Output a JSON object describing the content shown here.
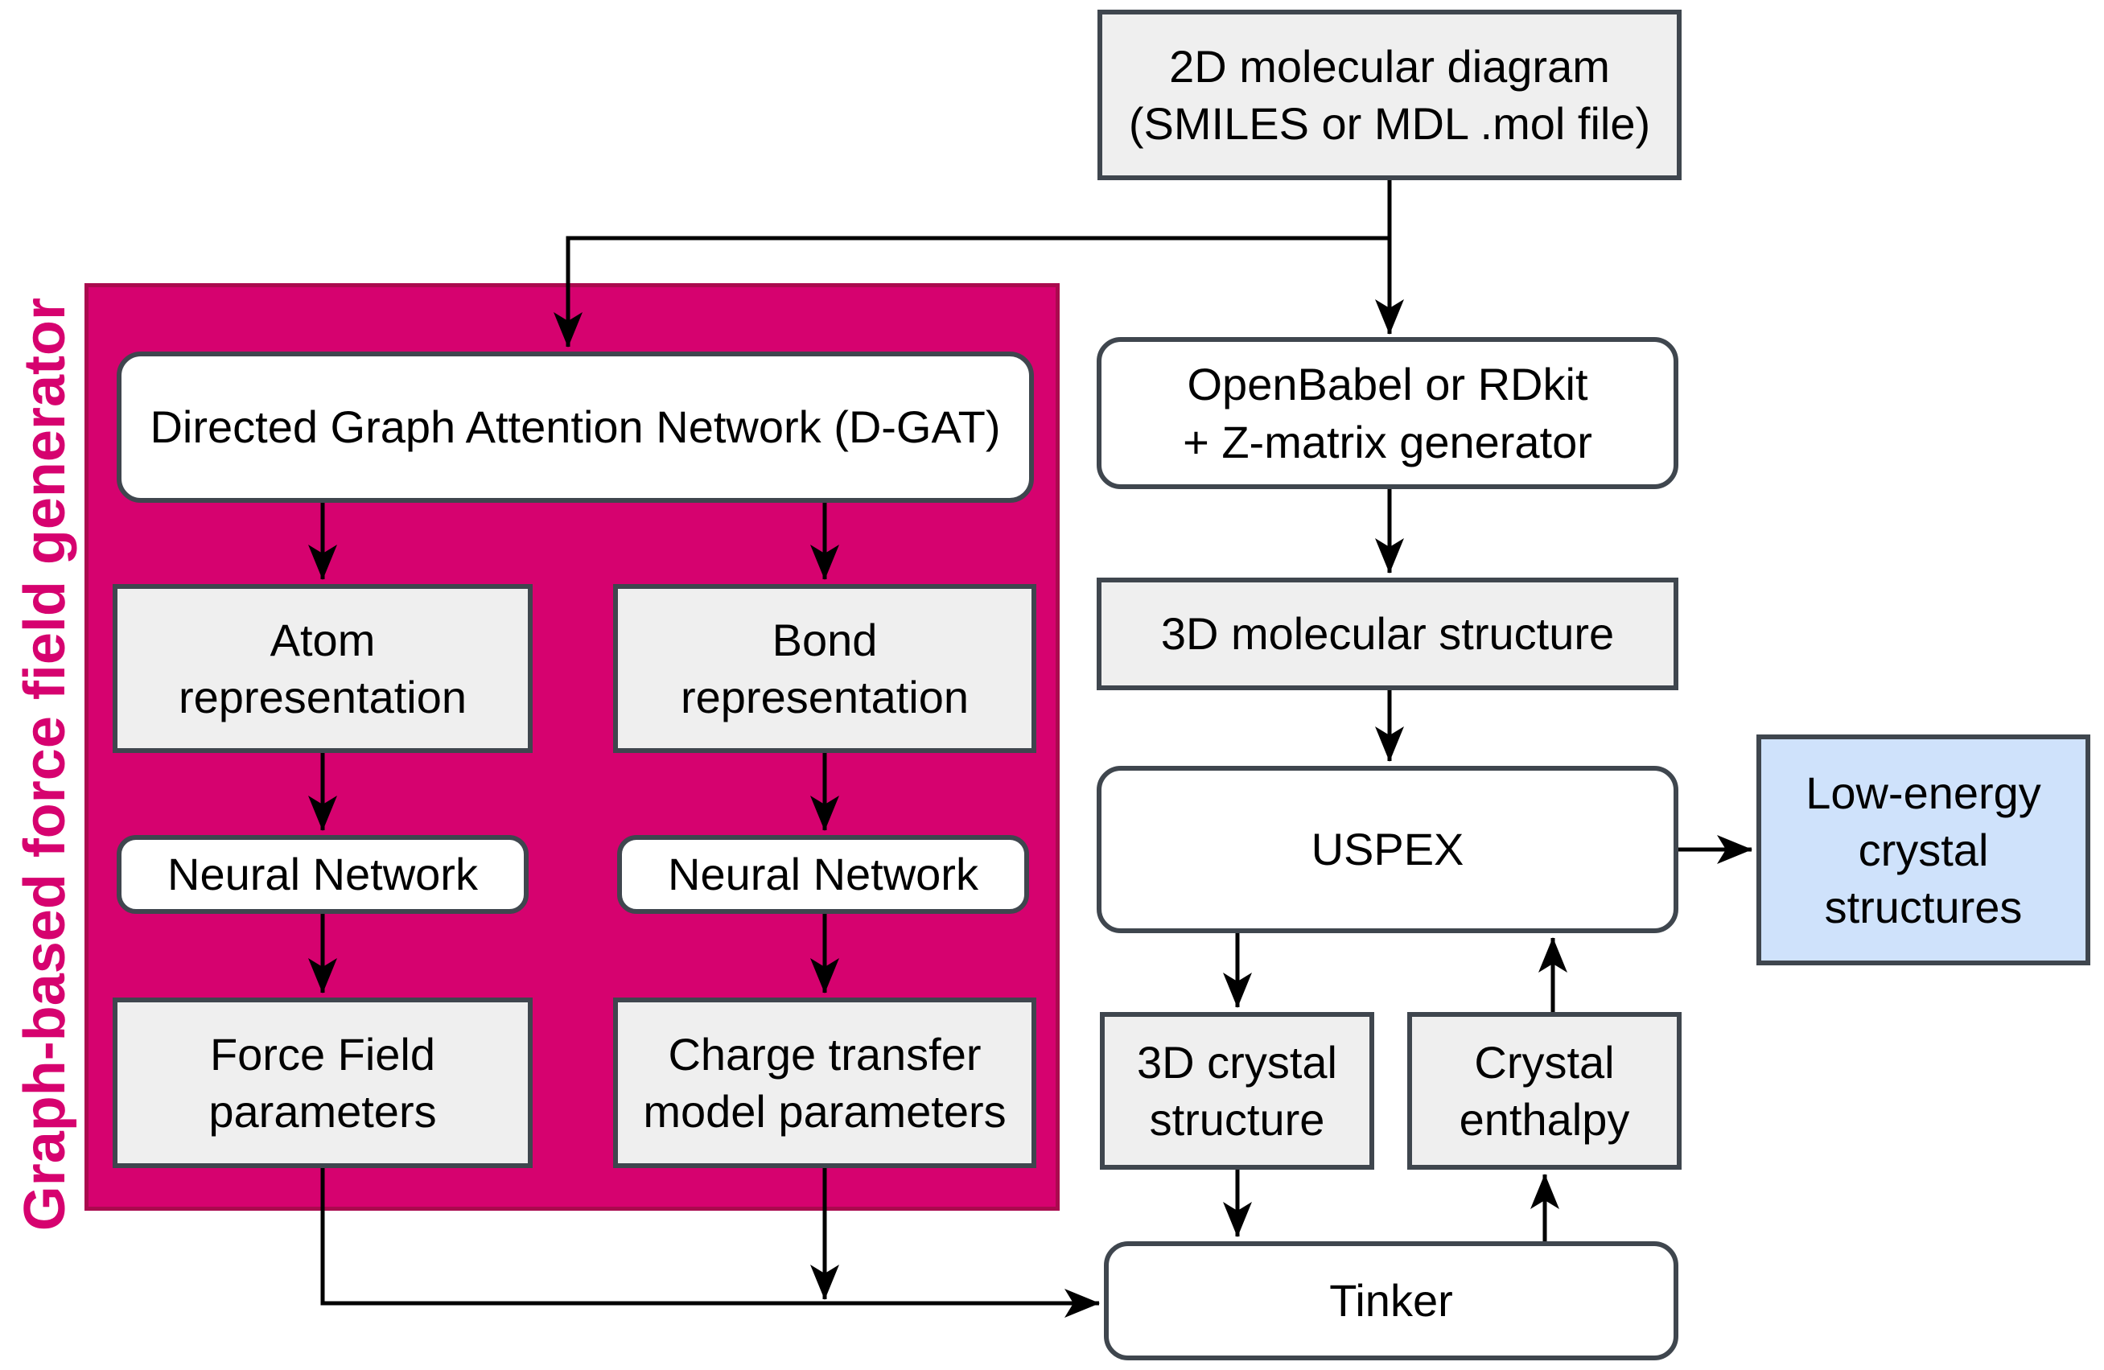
{
  "group": {
    "label": "Graph-based force field generator"
  },
  "nodes": {
    "molecular_diagram_2d": {
      "label": "2D molecular diagram\n(SMILES or MDL .mol file)"
    },
    "dgat": {
      "label": "Directed Graph Attention Network (D-GAT)"
    },
    "atom_representation": {
      "label": "Atom\nrepresentation"
    },
    "bond_representation": {
      "label": "Bond\nrepresentation"
    },
    "neural_network_left": {
      "label": "Neural Network"
    },
    "neural_network_right": {
      "label": "Neural Network"
    },
    "force_field_parameters": {
      "label": "Force Field\nparameters"
    },
    "charge_transfer_parameters": {
      "label": "Charge transfer\nmodel parameters"
    },
    "openbabel_rdkit": {
      "label": "OpenBabel or RDkit\n+ Z-matrix generator"
    },
    "molecular_structure_3d": {
      "label": "3D molecular structure"
    },
    "uspex": {
      "label": "USPEX"
    },
    "crystal_structure_3d": {
      "label": "3D crystal\nstructure"
    },
    "crystal_enthalpy": {
      "label": "Crystal\nenthalpy"
    },
    "tinker": {
      "label": "Tinker"
    },
    "low_energy_structures": {
      "label": "Low-energy\ncrystal\nstructures"
    }
  },
  "colors": {
    "group_fill": "#d6026f",
    "group_border": "#aa0a4e",
    "group_label_text": "#d6026f",
    "node_border": "#3f464e",
    "gray_node_fill": "#efefef",
    "white_node_fill": "#ffffff",
    "blue_node_fill": "#cfe2fb",
    "text": "#000000",
    "connector": "#000000"
  }
}
